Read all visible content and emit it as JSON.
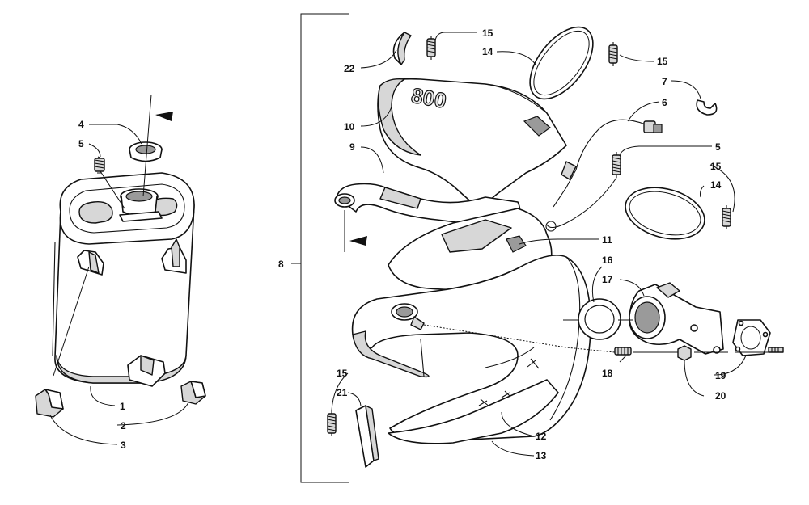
{
  "callouts": {
    "c1": "1",
    "c2": "2",
    "c3": "3",
    "c4": "4",
    "c5a": "5",
    "c5b": "5",
    "c6": "6",
    "c7": "7",
    "c8": "8",
    "c9": "9",
    "c10": "10",
    "c11": "11",
    "c12": "12",
    "c13": "13",
    "c14a": "14",
    "c14b": "14",
    "c15a": "15",
    "c15b": "15",
    "c15c": "15",
    "c15d": "15",
    "c16": "16",
    "c17": "17",
    "c18": "18",
    "c19": "19",
    "c20": "20",
    "c21": "21",
    "c22": "22"
  },
  "embossed_text": "800"
}
